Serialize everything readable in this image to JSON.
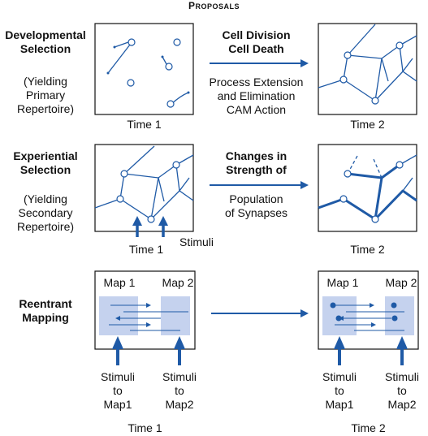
{
  "header": {
    "title_cap": "P",
    "title_rest": "ROPOSALS"
  },
  "rows": {
    "developmental": {
      "title_line1": "Developmental",
      "title_line2": "Selection",
      "note_line1": "(Yielding",
      "note_line2": "Primary",
      "note_line3": "Repertoire)",
      "process_bold_line1": "Cell Division",
      "process_bold_line2": "Cell Death",
      "process_line1": "Process Extension",
      "process_line2": "and Elimination",
      "process_line3": "CAM Action",
      "time_left": "Time 1",
      "time_right": "Time 2"
    },
    "experiential": {
      "title_line1": "Experiential",
      "title_line2": "Selection",
      "note_line1": "(Yielding",
      "note_line2": "Secondary",
      "note_line3": "Repertoire)",
      "process_bold_line1": "Changes in",
      "process_bold_line2": "Strength of",
      "process_line1": "Population",
      "process_line2": "of Synapses",
      "time_left": "Time 1",
      "stimuli": "Stimuli",
      "time_right": "Time 2"
    },
    "reentrant": {
      "title_line1": "Reentrant",
      "title_line2": "Mapping",
      "map1": "Map 1",
      "map2": "Map 2",
      "stim1_line1": "Stimuli",
      "stim1_line2": "to",
      "stim1_line3": "Map1",
      "stim2_line1": "Stimuli",
      "stim2_line2": "to",
      "stim2_line3": "Map2",
      "time_left": "Time 1",
      "time_right": "Time 2"
    }
  },
  "colors": {
    "accent": "#1f5aa6",
    "map_fill": "#c5d2ee",
    "line": "#111111"
  }
}
